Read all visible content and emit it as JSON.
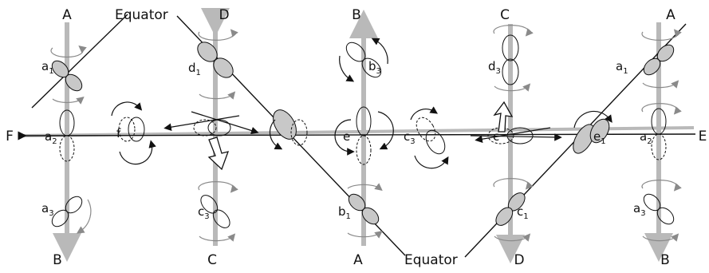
{
  "diagram": {
    "axis_labels": {
      "top": [
        "A",
        "D",
        "B",
        "C",
        "A"
      ],
      "bottom": [
        "B",
        "C",
        "A",
        "D",
        "B"
      ],
      "left": "F",
      "right": "E"
    },
    "equator_labels": [
      "Equator",
      "Equator"
    ],
    "orbital_labels": {
      "a1_left": "a",
      "a1_left_sub": "1",
      "a2_left": "a",
      "a2_left_sub": "2",
      "a3_left": "a",
      "a3_left_sub": "3",
      "f": "f",
      "d1": "d",
      "d1_sub": "1",
      "c3": "c",
      "c3_sub": "3",
      "b3": "b",
      "b3_sub": "3",
      "e_mid": "e",
      "b1": "b",
      "b1_sub": "1",
      "c3_mid": "c",
      "c3_mid_sub": "3",
      "d3": "d",
      "d3_sub": "3",
      "c_mid": "c",
      "c1": "c",
      "c1_sub": "1",
      "a1_right": "a",
      "a1_right_sub": "1",
      "a2_right": "a",
      "a2_right_sub": "2",
      "a3_right": "a",
      "a3_right_sub": "3",
      "e1": "e",
      "e1_sub": "1"
    },
    "colors": {
      "axis_gray": "#b9b9b9",
      "ink": "#111111",
      "lobe_fill": "#c8c8c8",
      "arrow_gray": "#8a8a8a"
    }
  }
}
